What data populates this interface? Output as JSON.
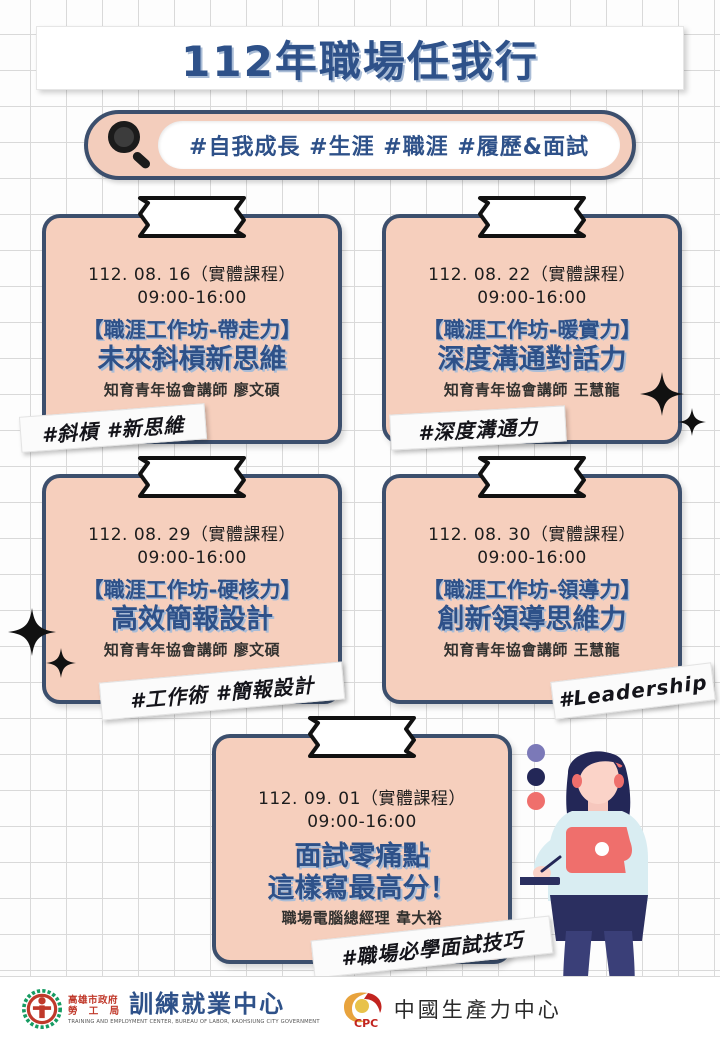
{
  "header": {
    "title": "112年職場任我行",
    "search_tags": "#自我成長 #生涯 #職涯 #履歷&面試",
    "search_icon": "magnifier-icon"
  },
  "courses": [
    {
      "date": "112. 08. 16（實體課程）",
      "time": "09:00-16:00",
      "series": "【職涯工作坊-帶走力】",
      "title": "未來斜槓新思維",
      "lecturer": "知育青年協會講師 廖文碩",
      "hashtags": "#斜槓 #新思維"
    },
    {
      "date": "112. 08. 22（實體課程）",
      "time": "09:00-16:00",
      "series": "【職涯工作坊-暖實力】",
      "title": "深度溝通對話力",
      "lecturer": "知育青年協會講師 王慧龍",
      "hashtags": "#深度溝通力"
    },
    {
      "date": "112. 08. 29（實體課程）",
      "time": "09:00-16:00",
      "series": "【職涯工作坊-硬核力】",
      "title": "高效簡報設計",
      "lecturer": "知育青年協會講師 廖文碩",
      "hashtags": "#工作術 #簡報設計"
    },
    {
      "date": "112. 08. 30（實體課程）",
      "time": "09:00-16:00",
      "series": "【職涯工作坊-領導力】",
      "title": "創新領導思維力",
      "lecturer": "知育青年協會講師 王慧龍",
      "hashtags": "#Leadership"
    },
    {
      "date": "112. 09. 01（實體課程）",
      "time": "09:00-16:00",
      "series": "",
      "title_line1": "面試零痛點",
      "title_line2": "這樣寫最高分！",
      "lecturer": "職場電腦總經理 韋大裕",
      "hashtags": "#職場必學面試技巧"
    }
  ],
  "footer": {
    "kcg_dept_line1": "高雄市政府",
    "kcg_dept_line2": "勞 工 局",
    "kcg_center": "訓練就業中心",
    "kcg_english": "TRAINING AND EMPLOYMENT CENTER, BUREAU OF LABOR, KAOHSIUNG CITY GOVERNMENT",
    "cpc_name": "中國生產力中心",
    "cpc_mark_label": "CPC"
  },
  "colors": {
    "navy": "#2e5189",
    "card_border": "#3c4f6d",
    "card_fill": "#f6cfbd",
    "title_shadow": "#a9bcd6",
    "accent_red": "#ef6f6c",
    "grid": "#d9d9d9"
  }
}
